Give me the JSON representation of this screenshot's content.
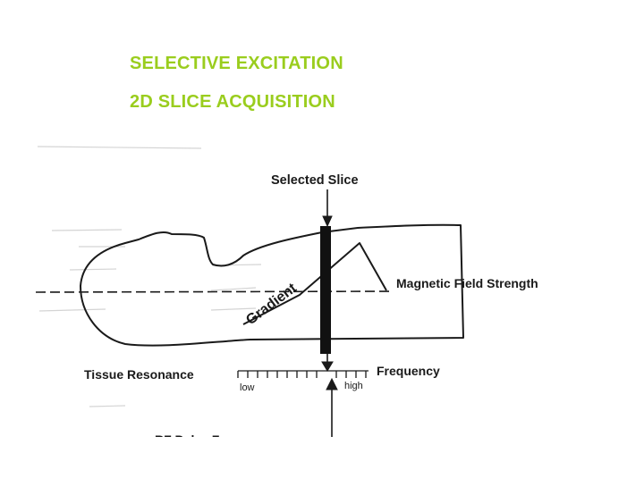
{
  "slide": {
    "title_line_1": "SELECTIVE EXCITATION",
    "title_line_2": "2D SLICE ACQUISITION",
    "title_color": "#9acd1e"
  },
  "diagram": {
    "selected_slice_label": "Selected Slice",
    "gradient_label": "Gradient",
    "magnetic_field_label": "Magnetic Field Strength",
    "tissue_resonance_label": "Tissue Resonance",
    "frequency_label": "Frequency",
    "scale_low_label": "low",
    "scale_high_label": "high",
    "rf_pulse_label": "RF Pulse Frequency",
    "ink_color": "#1a1a1a"
  }
}
